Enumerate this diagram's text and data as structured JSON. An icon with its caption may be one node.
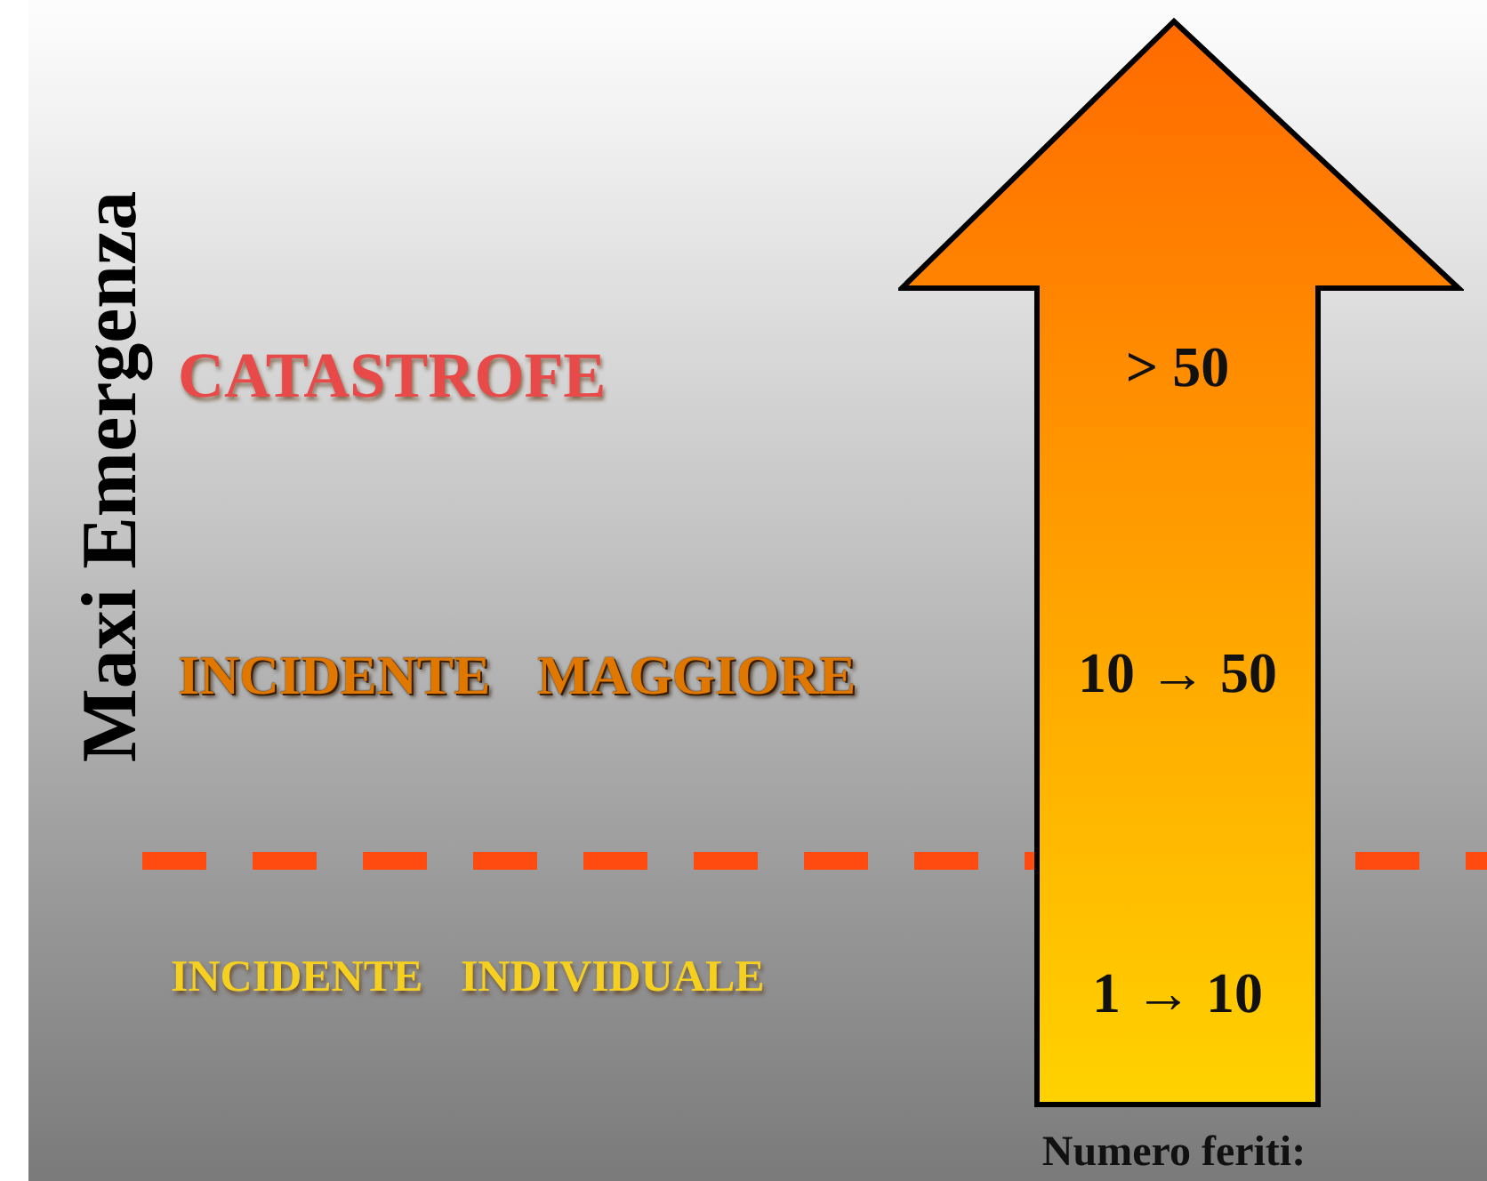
{
  "diagram": {
    "nodes": [
      {
        "text": [
          "> 50",
          "10 → 50",
          "1 → 10"
        ],
        "beside": [
          "Numero feriti:"
        ]
      }
    ],
    "labels": [
      "Maxi Emergenza",
      "CATASTROFE",
      "INCIDENTE MAGGIORE",
      "INCIDENTE INDIVIDUALE"
    ]
  }
}
